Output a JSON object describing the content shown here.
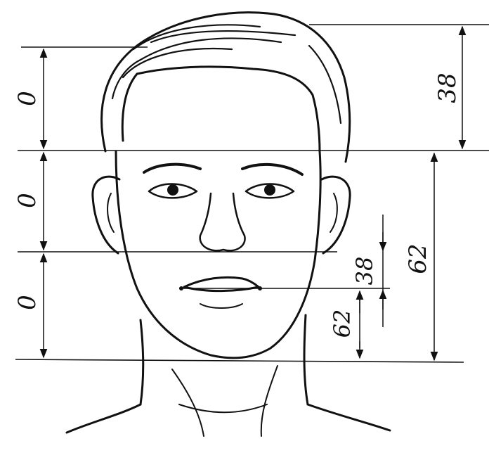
{
  "figure": {
    "left_column_labels": [
      "0",
      "0",
      "0"
    ],
    "right_top_label": "38",
    "right_lower_label": "62",
    "inner_upper_label": "38",
    "inner_lower_label": "62"
  },
  "colors": {
    "ink": "#111111",
    "paper": "#ffffff"
  }
}
